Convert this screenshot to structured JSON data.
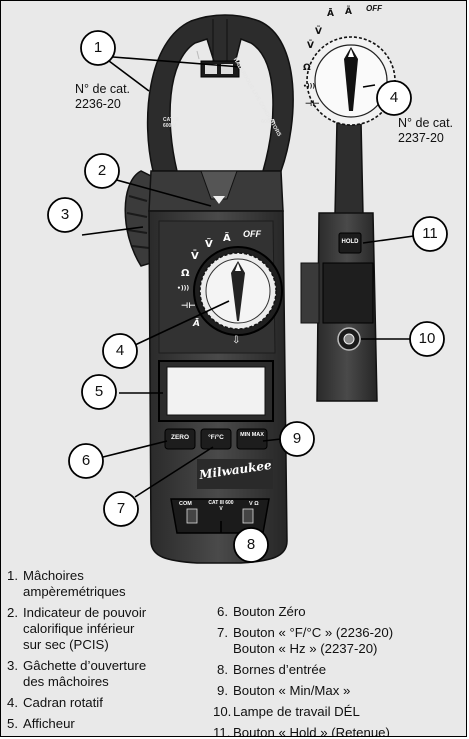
{
  "callouts": [
    "1",
    "2",
    "3",
    "4",
    "4",
    "5",
    "6",
    "7",
    "8",
    "9",
    "10",
    "11"
  ],
  "catalog_left": {
    "line1": "N° de cat.",
    "line2": "2236-20"
  },
  "catalog_right": {
    "line1": "N° de cat.",
    "line2": "2237-20"
  },
  "dial_labels": {
    "off": "OFF",
    "a_ac": "Ã",
    "v_ac": "Ṽ",
    "v_dc": "V̄",
    "ohm": "Ω",
    "cont": "•)))",
    "cap": "⊣⊢",
    "a_dc": "Ā",
    "temp": "⇩"
  },
  "device_labels": {
    "zero": "ZERO",
    "temp_btn": "°F/°C",
    "minmax": "MIN MAX",
    "hold": "HOLD",
    "brand": "Milwaukee",
    "jaw_left": "CAT III 600 V",
    "jaw_right": "600 A",
    "jaw_text": "HAZARDOUS LIVE CONDUCTORS",
    "term_com": "COM",
    "term_cat": "CAT III 600 V",
    "term_va": "V Ω"
  },
  "legend_left": [
    {
      "num": "1.",
      "lines": [
        "Mâchoires",
        "ampèremétriques"
      ]
    },
    {
      "num": "2.",
      "lines": [
        "Indicateur de pouvoir",
        "calorifique inférieur",
        "sur sec (PCIS)"
      ]
    },
    {
      "num": "3.",
      "lines": [
        "Gâchette d’ouverture",
        "des mâchoires"
      ]
    },
    {
      "num": "4.",
      "lines": [
        "Cadran rotatif"
      ]
    },
    {
      "num": "5.",
      "lines": [
        "Afficheur"
      ]
    }
  ],
  "legend_right": [
    {
      "num": "6.",
      "lines": [
        "Bouton Zéro"
      ]
    },
    {
      "num": "7.",
      "lines": [
        "Bouton « °F/°C » (2236-20)",
        "Bouton « Hz » (2237-20)"
      ]
    },
    {
      "num": "8.",
      "lines": [
        "Bornes d’entrée"
      ]
    },
    {
      "num": "9.",
      "lines": [
        "Bouton « Min/Max »"
      ]
    },
    {
      "num": "10.",
      "lines": [
        "Lampe de travail DÉL"
      ]
    },
    {
      "num": "11.",
      "lines": [
        "Bouton « Hold » (Retenue)"
      ]
    }
  ]
}
